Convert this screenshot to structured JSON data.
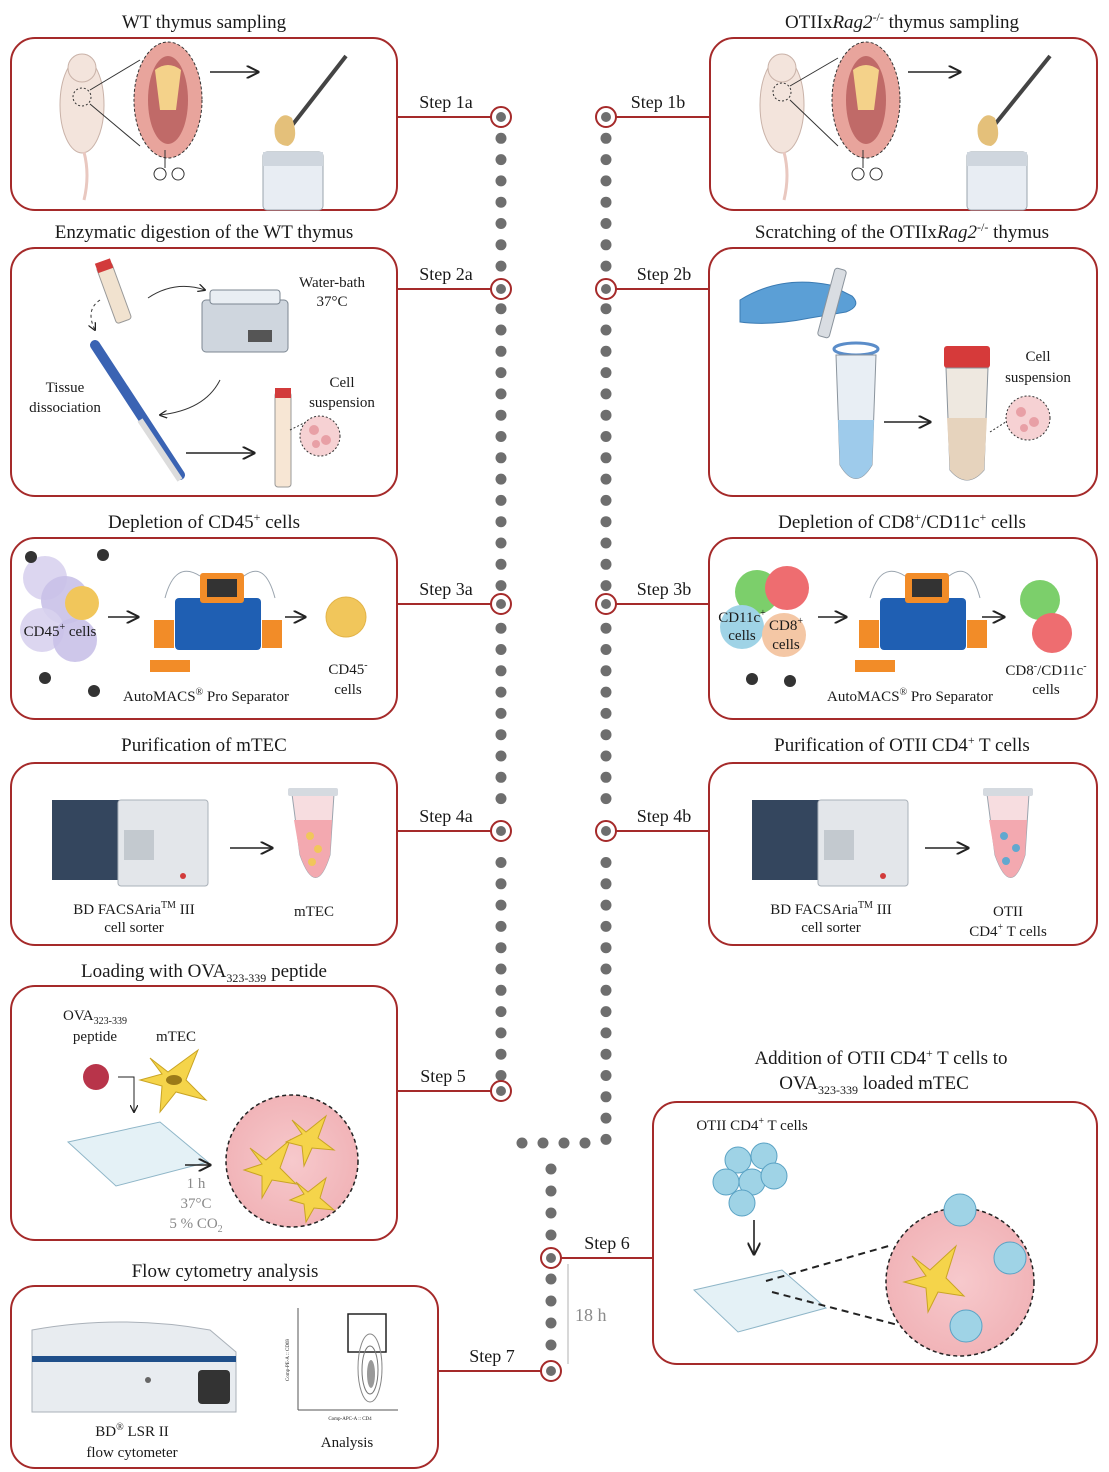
{
  "colors": {
    "frame": "#a52a2a",
    "dots": "#6e6e6e",
    "text": "#1a1a1a",
    "gray_text": "#8a8a8a"
  },
  "titles": {
    "wt_sampling": "WT thymus sampling",
    "otii_sampling_prefix": "OTIIx",
    "otii_sampling_gene": "Rag2",
    "otii_sampling_sup": "-/-",
    "otii_sampling_suffix": " thymus sampling",
    "digestion": "Enzymatic digestion of the WT thymus",
    "scratching_prefix": "Scratching of the OTIIx",
    "scratching_gene": "Rag2",
    "scratching_sup": "-/-",
    "scratching_suffix": " thymus",
    "depletion_a_prefix": "Depletion of CD45",
    "depletion_a_sup": "+",
    "depletion_a_suffix": " cells",
    "depletion_b_prefix": "Depletion of CD8",
    "depletion_b_sup1": "+",
    "depletion_b_mid": "/CD11c",
    "depletion_b_sup2": "+",
    "depletion_b_suffix": " cells",
    "purif_mtec": "Purification of mTEC",
    "purif_otii_prefix": "Purification of OTII  CD4",
    "purif_otii_sup": "+",
    "purif_otii_suffix": " T cells",
    "loading_prefix": "Loading with OVA",
    "loading_sub": "323-339",
    "loading_suffix": " peptide",
    "addition_line1_prefix": "Addition of OTII  CD4",
    "addition_line1_sup": "+",
    "addition_line1_suffix": " T cells to",
    "addition_line2_prefix": "OVA",
    "addition_line2_sub": "323-339",
    "addition_line2_suffix": " loaded mTEC",
    "flow": "Flow cytometry  analysis"
  },
  "steps": {
    "s1a": "Step 1a",
    "s1b": "Step 1b",
    "s2a": "Step 2a",
    "s2b": "Step 2b",
    "s3a": "Step 3a",
    "s3b": "Step 3b",
    "s4a": "Step 4a",
    "s4b": "Step 4b",
    "s5": "Step 5",
    "s6": "Step 6",
    "s7": "Step 7"
  },
  "labels": {
    "water_bath_1": "Water-bath",
    "water_bath_2": "37°C",
    "tissue_1": "Tissue",
    "tissue_2": "dissociation",
    "cell_susp_1": "Cell",
    "cell_susp_2": "suspension",
    "cd45_prefix": "CD45",
    "cd45_sup": "+",
    "cd45_suffix": " cells",
    "automacs_prefix": "AutoMACS",
    "automacs_sup": "®",
    "automacs_suffix": " Pro Separator",
    "cd45neg_prefix": "CD45",
    "cd45neg_sup": "-",
    "cd45neg_2": "cells",
    "cd11c_prefix": "CD11c",
    "cd11c_sup": "+",
    "cd11c_2": "cells",
    "cd8_prefix": "CD8",
    "cd8_sup": "+",
    "cd8_2": "cells",
    "cd8neg_a": "CD8",
    "cd8neg_sup1": "-",
    "cd8neg_b": "/CD11c",
    "cd8neg_sup2": "-",
    "cd8neg_2": "cells",
    "bd_facs_prefix": "BD FACSAria",
    "bd_facs_sup": "TM",
    "bd_facs_suffix": " III",
    "bd_facs_2": "cell sorter",
    "mtec": "mTEC",
    "otii_1": "OTII",
    "otii_2_prefix": "CD4",
    "otii_2_sup": "+",
    "otii_2_suffix": " T cells",
    "ova_prefix": "OVA",
    "ova_sub": "323-339",
    "peptide": "peptide",
    "mtec_small": "mTEC",
    "time_1h": "1 h",
    "temp_37": "37°C",
    "co2_prefix": "5 % CO",
    "co2_sub": "2",
    "otii_cd4_prefix": "OTII  CD4",
    "otii_cd4_sup": "+",
    "otii_cd4_suffix": " T cells",
    "hours_18": "18 h",
    "lsr_prefix": "BD",
    "lsr_sup": "®",
    "lsr_suffix": " LSR II",
    "lsr_2": "flow cytometer",
    "analysis": "Analysis",
    "axis_y": "Comp-PE-A :: CD69",
    "axis_x": "Comp-APC-A :: CD4"
  }
}
